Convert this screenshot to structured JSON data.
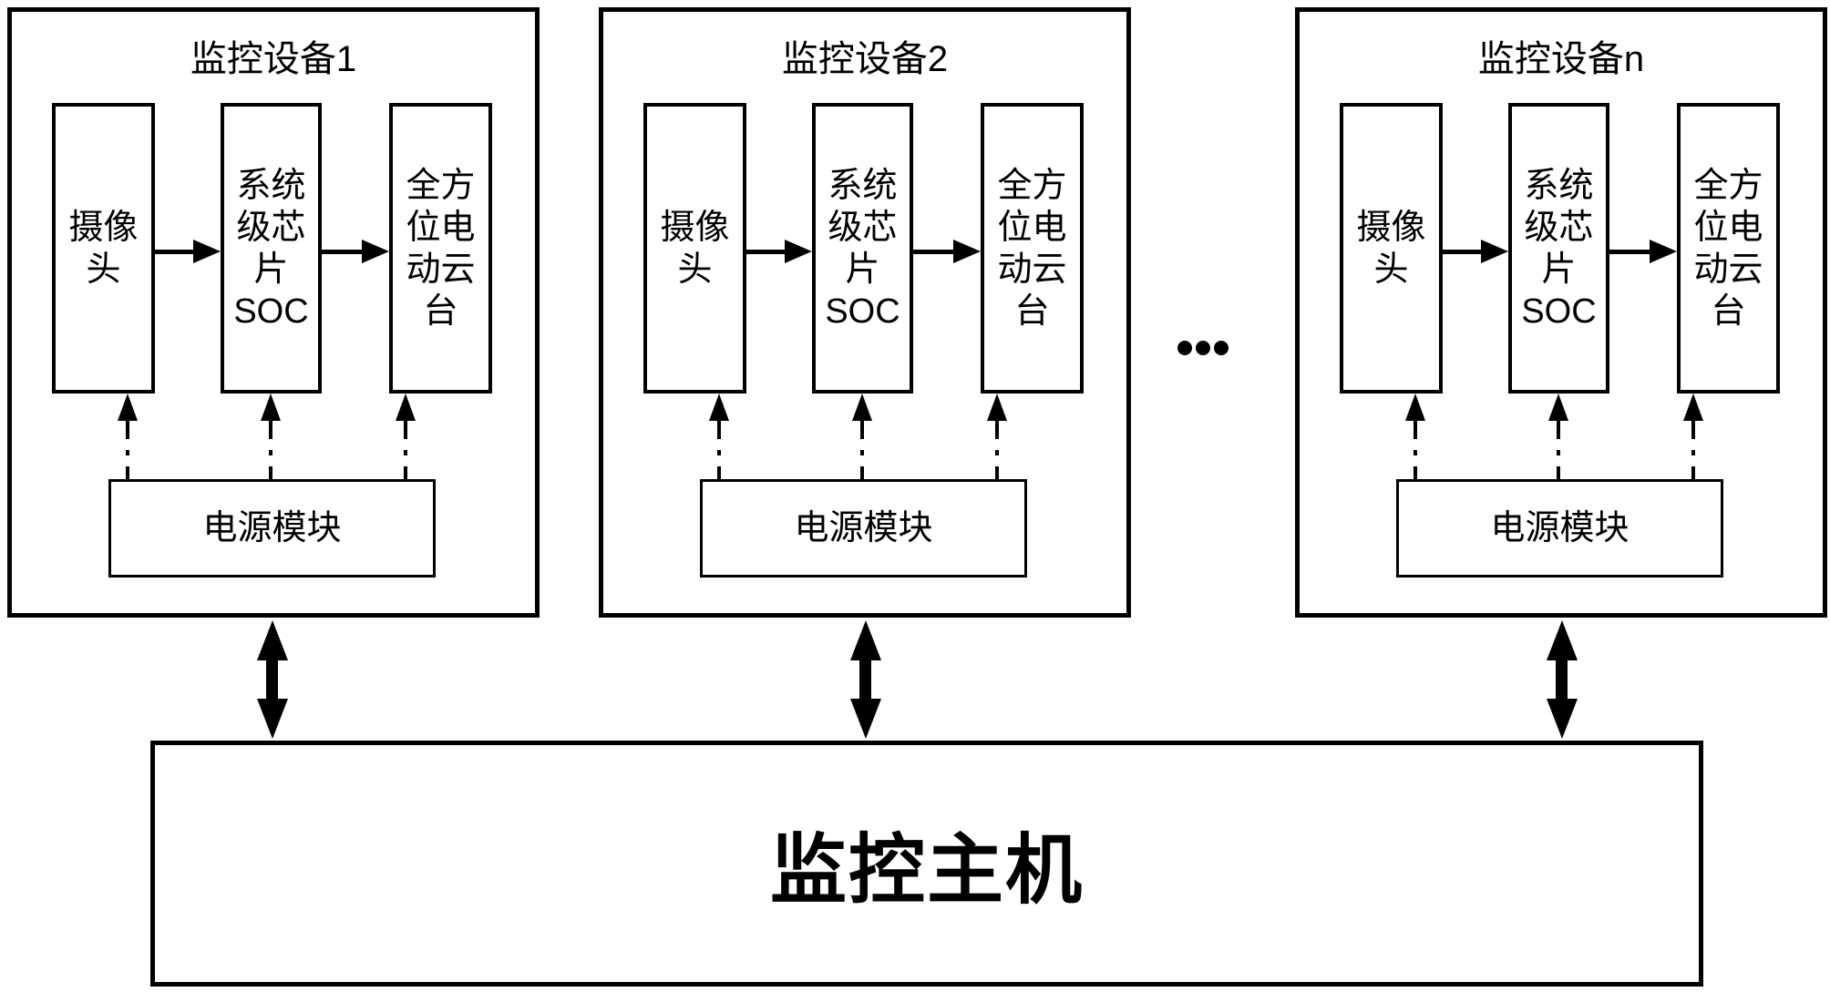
{
  "figure": {
    "background_color": "#ffffff",
    "line_color": "#000000",
    "devices": [
      {
        "title": "监控设备1",
        "camera_label": "摄像\n头",
        "soc_label": "系统\n级芯\n片\nSOC",
        "gimbal_label": "全方\n位电\n动云\n台",
        "power_label": "电源模块"
      },
      {
        "title": "监控设备2",
        "camera_label": "摄像\n头",
        "soc_label": "系统\n级芯\n片\nSOC",
        "gimbal_label": "全方\n位电\n动云\n台",
        "power_label": "电源模块"
      },
      {
        "title": "监控设备n",
        "camera_label": "摄像\n头",
        "soc_label": "系统\n级芯\n片\nSOC",
        "gimbal_label": "全方\n位电\n动云\n台",
        "power_label": "电源模块"
      }
    ],
    "ellipsis": "...",
    "host_label": "监控主机"
  }
}
